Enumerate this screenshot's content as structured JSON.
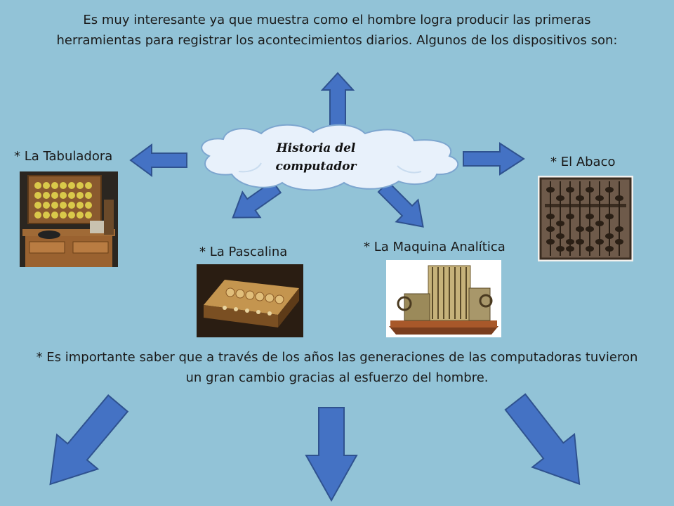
{
  "intro_text": "Es muy interesante ya que muestra como el hombre logra producir las primeras herramientas para registrar los acontecimientos diarios. Algunos de los dispositivos son:",
  "center": {
    "title": "Historia del computador"
  },
  "items": {
    "tabuladora": "* La Tabuladora",
    "abaco": "* El Abaco",
    "pascalina": "* La Pascalina",
    "maquina_analitica": "* La Maquina Analítica"
  },
  "conclusion_text": "* Es importante saber que a través de los años las generaciones de las computadoras tuvieron un gran cambio gracias al esfuerzo del hombre.",
  "colors": {
    "background": "#92c3d7",
    "arrow_fill": "#4472c4",
    "arrow_stroke": "#2f528f",
    "cloud_fill": "#e8f1fb",
    "cloud_stroke": "#7da6cf"
  }
}
